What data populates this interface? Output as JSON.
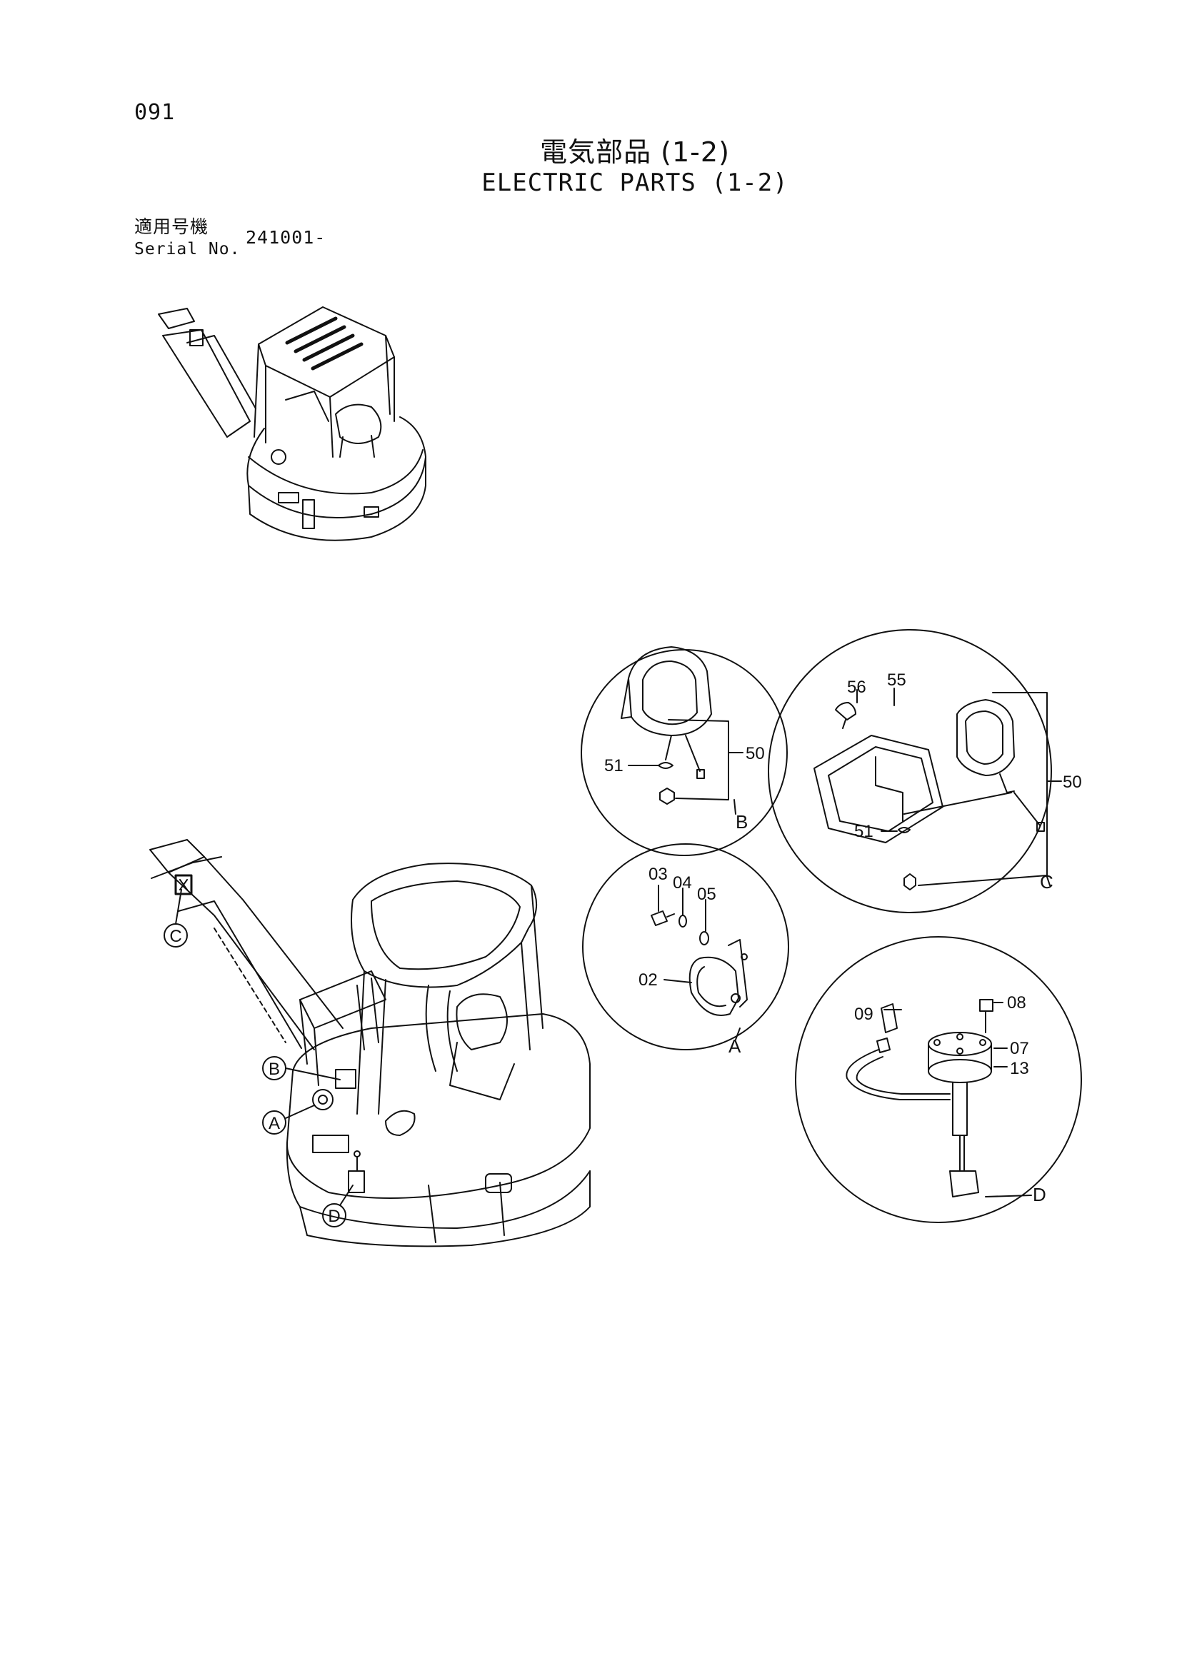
{
  "header": {
    "page_number": "091",
    "title_jp": "電気部品 (1-2)",
    "title_en": "ELECTRIC PARTS (1-2)",
    "serial_label_jp": "適用号機",
    "serial_label_en": "Serial No.",
    "serial_value": "241001-"
  },
  "detail_labels": {
    "a": "A",
    "b": "B",
    "c": "C",
    "d": "D"
  },
  "main_callouts": {
    "a": "A",
    "b": "B",
    "c": "C",
    "d": "D"
  },
  "part_numbers": {
    "b_51": "51",
    "b_50": "50",
    "c_56": "56",
    "c_55": "55",
    "c_51": "51",
    "c_50": "50",
    "a_03": "03",
    "a_04": "04",
    "a_05": "05",
    "a_02": "02",
    "d_09": "09",
    "d_08": "08",
    "d_07": "07",
    "d_13": "13"
  }
}
